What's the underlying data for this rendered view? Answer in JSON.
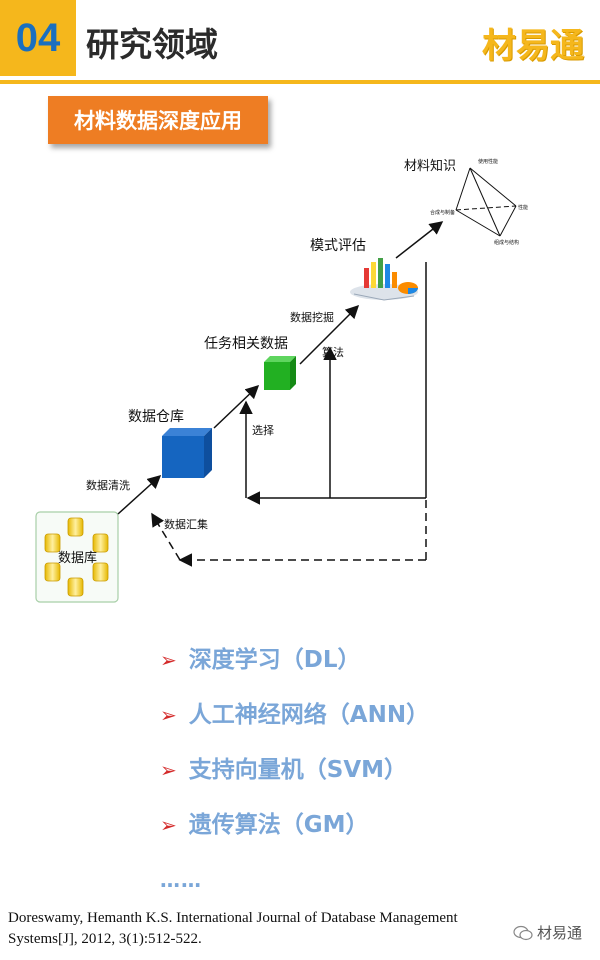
{
  "header": {
    "number": "04",
    "title": "研究领域",
    "brand": "材易通"
  },
  "section_tag": "材料数据深度应用",
  "diagram": {
    "labels": {
      "database": "数据库",
      "data_cleaning": "数据清洗",
      "data_warehouse": "数据仓库",
      "data_aggregation": "数据汇集",
      "task_data": "任务相关数据",
      "selection": "选择",
      "data_mining": "数据挖掘",
      "algorithm": "算法",
      "pattern_eval": "模式评估",
      "material_knowledge": "材料知识"
    },
    "tetra_labels": {
      "top": "使用性能",
      "left": "合成与制备",
      "right": "性能",
      "bottom": "组成与结构"
    }
  },
  "bullets": [
    "深度学习（DL）",
    "人工神经网络（ANN）",
    "支持向量机（SVM）",
    "遗传算法（GM）"
  ],
  "ellipsis": "……",
  "reference": {
    "line1": "Doreswamy, Hemanth K.S. International Journal of Database Management",
    "line2": "Systems[J], 2012, 3(1):512-522."
  },
  "watermark": "材易通"
}
